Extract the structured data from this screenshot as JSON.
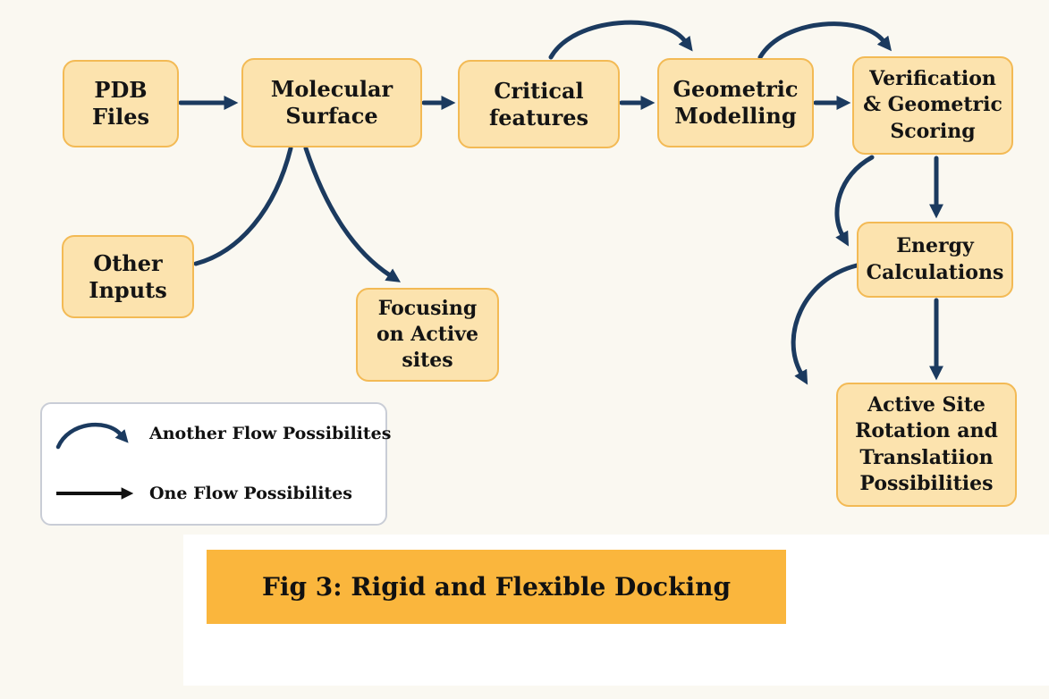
{
  "figure": {
    "title": "Fig 3: Rigid and Flexible Docking"
  },
  "nodes": {
    "pdb_files": {
      "label": "PDB\nFiles"
    },
    "molecular_surface": {
      "label": "Molecular\nSurface"
    },
    "critical_features": {
      "label": "Critical\nfeatures"
    },
    "geometric_modelling": {
      "label": "Geometric\nModelling"
    },
    "verification_scoring": {
      "label": "Verification\n& Geometric\nScoring"
    },
    "other_inputs": {
      "label": "Other\nInputs"
    },
    "focusing_active_sites": {
      "label": "Focusing\non Active\nsites"
    },
    "energy_calculations": {
      "label": "Energy\nCalculations"
    },
    "active_site_possibilities": {
      "label": "Active Site\nRotation and\nTranslatiion\nPossibilities"
    }
  },
  "legend": {
    "items": [
      {
        "symbol": "curved-arrow",
        "label": "Another Flow Possibilites"
      },
      {
        "symbol": "straight-arrow",
        "label": "One Flow Possibilites"
      }
    ]
  },
  "colors": {
    "node_fill": "#FCE3AE",
    "node_border": "#F3BA55",
    "flow_arrow_navy": "#1B3A5F",
    "one_flow_arrow_black": "#111111",
    "title_bg": "#FAB63D",
    "background": "#FAF8F1",
    "text": "#141414"
  }
}
